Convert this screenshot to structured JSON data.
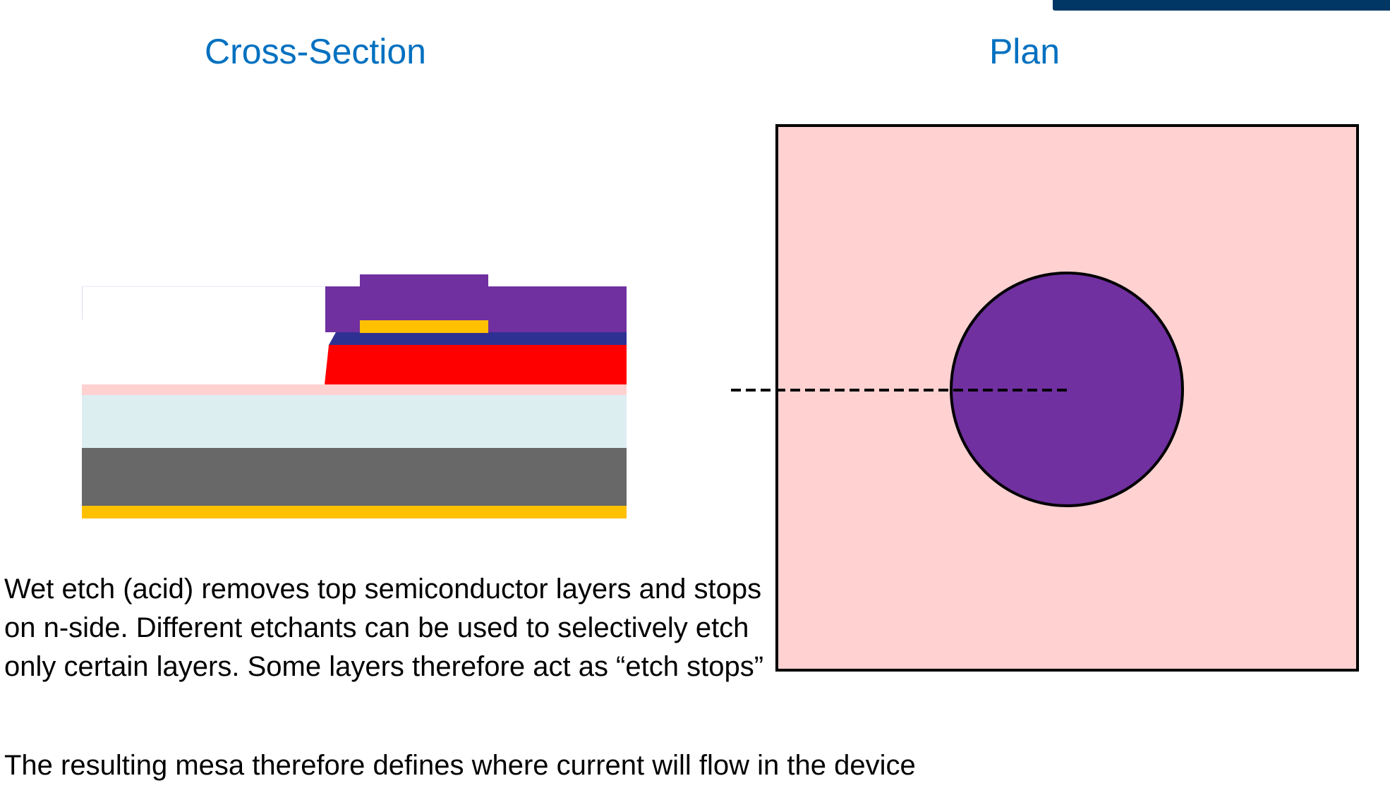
{
  "header": {
    "bar_color": "#003764"
  },
  "titles": {
    "cross_section": "Cross-Section",
    "plan": "Plan",
    "color": "#0070C0"
  },
  "cross_section": {
    "layers": [
      {
        "name": "top-contact-metal",
        "color": "#FFC000"
      },
      {
        "name": "dielectric-cover",
        "color": "#7030A0"
      },
      {
        "name": "p-contact-layer",
        "color": "#2E3092"
      },
      {
        "name": "active-region",
        "color": "#FF0000"
      },
      {
        "name": "n-side-etch-stop",
        "color": "#FFD1D1"
      },
      {
        "name": "n-layer",
        "color": "#DDEEF1"
      },
      {
        "name": "substrate",
        "color": "#686868"
      },
      {
        "name": "bottom-contact-metal",
        "color": "#FFC000"
      }
    ]
  },
  "plan": {
    "background_color": "#FFD1D1",
    "mesa_color": "#7030A0"
  },
  "text": {
    "paragraph1": "Wet etch (acid) removes top semiconductor layers and stops on n-side. Different etchants can be used to selectively etch only certain layers. Some layers therefore act as “etch stops”",
    "paragraph2": "The resulting mesa therefore defines where current will flow in the device"
  }
}
